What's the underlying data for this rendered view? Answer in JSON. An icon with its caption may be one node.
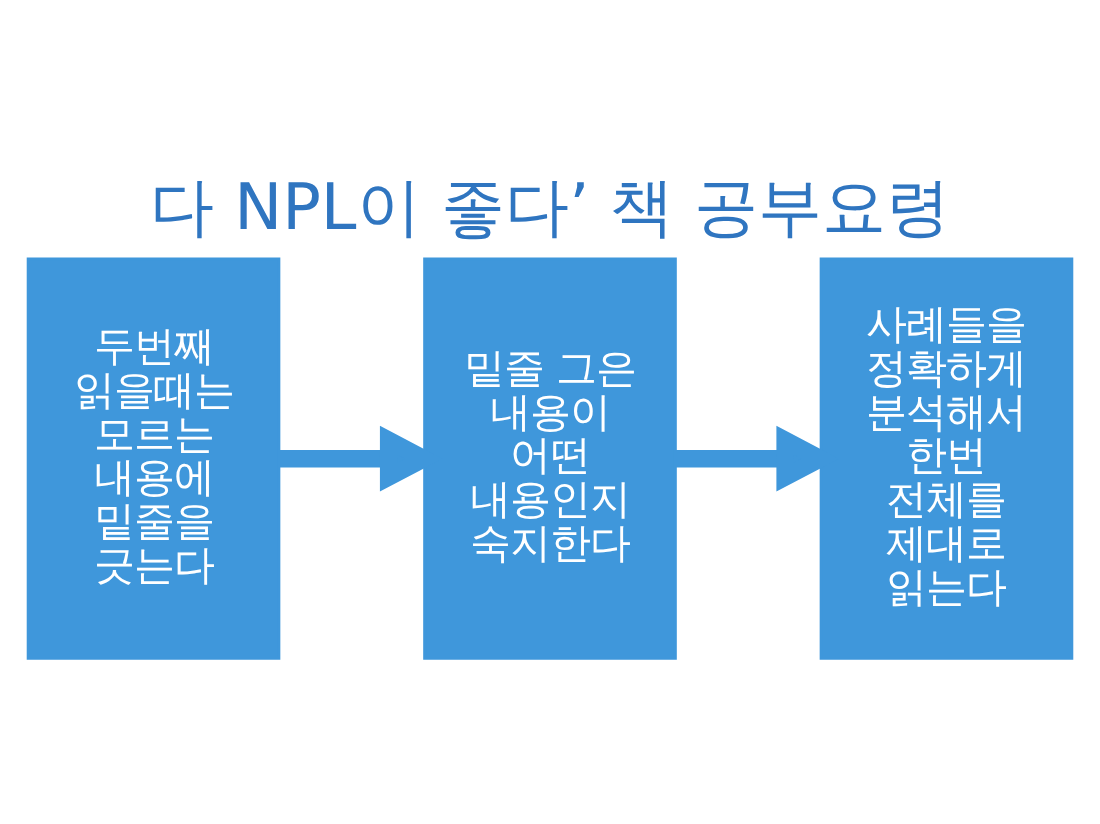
{
  "diagram": {
    "title": "다 NPL이 좋다’ 책 공부요령",
    "nodes": [
      {
        "text": [
          "두번째 읽을때는 모르는 내용에 밑줄을 긋는다"
        ]
      },
      {
        "text": [
          "밑줄 그은 내용이 어떤 내용인지 숙지한다"
        ]
      },
      {
        "text": [
          "사례들을 정확하게 분석해서 한번 전체를 제대로 읽는다"
        ]
      }
    ],
    "edges": [
      {
        "from": 0,
        "to": 1,
        "arrow": "to"
      },
      {
        "from": 1,
        "to": 2,
        "arrow": "to"
      }
    ]
  }
}
